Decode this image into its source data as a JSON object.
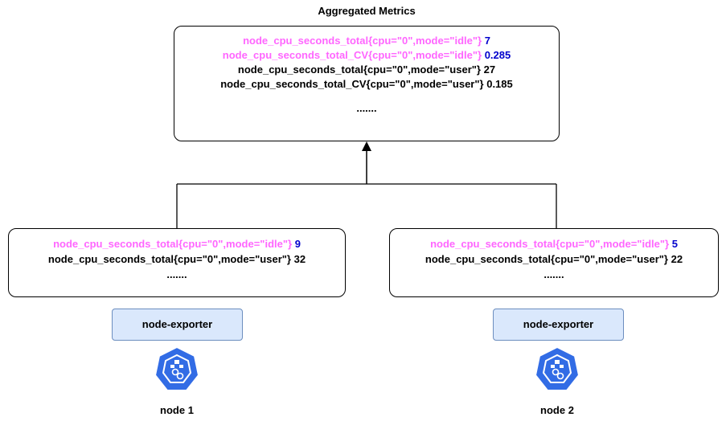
{
  "aggregated": {
    "title": "Aggregated Metrics",
    "lines": [
      {
        "metric": "node_cpu_seconds_total{cpu=\"0\",mode=\"idle\"}",
        "value": "7",
        "highlight": true
      },
      {
        "metric": "node_cpu_seconds_total_CV{cpu=\"0\",mode=\"idle\"}",
        "value": "0.285",
        "highlight": true
      },
      {
        "metric": "node_cpu_seconds_total{cpu=\"0\",mode=\"user\"}",
        "value": "27",
        "highlight": false
      },
      {
        "metric": "node_cpu_seconds_total_CV{cpu=\"0\",mode=\"user\"}",
        "value": "0.185",
        "highlight": false
      }
    ],
    "ellipsis": "......."
  },
  "nodes": [
    {
      "label": "node 1",
      "exporter": "node-exporter",
      "lines": [
        {
          "metric": "node_cpu_seconds_total{cpu=\"0\",mode=\"idle\"}",
          "value": "9",
          "highlight": true
        },
        {
          "metric": "node_cpu_seconds_total{cpu=\"0\",mode=\"user\"}",
          "value": "32",
          "highlight": false
        }
      ],
      "ellipsis": "......."
    },
    {
      "label": "node 2",
      "exporter": "node-exporter",
      "lines": [
        {
          "metric": "node_cpu_seconds_total{cpu=\"0\",mode=\"idle\"}",
          "value": "5",
          "highlight": true
        },
        {
          "metric": "node_cpu_seconds_total{cpu=\"0\",mode=\"user\"}",
          "value": "22",
          "highlight": false
        }
      ],
      "ellipsis": "......."
    }
  ],
  "colors": {
    "highlight_metric": "#ff66ff",
    "highlight_value": "#0000cc",
    "exporter_fill": "#dae8fc",
    "exporter_stroke": "#6c8ebf",
    "k8s_blue": "#326ce5"
  },
  "icons": [
    "kubernetes-node-icon"
  ]
}
